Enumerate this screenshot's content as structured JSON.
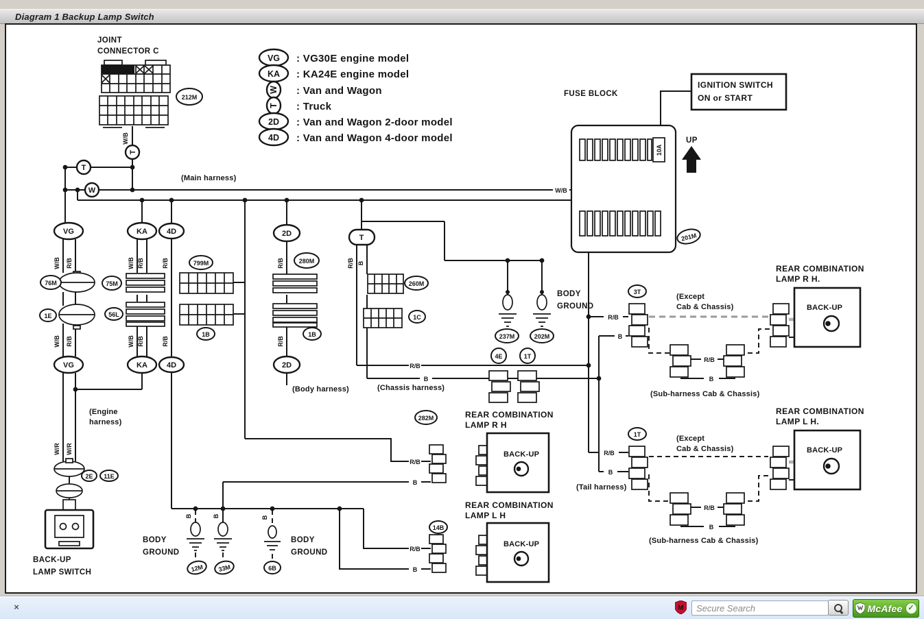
{
  "window": {
    "title": "Diagram 1 Backup Lamp Switch"
  },
  "statusbar": {
    "close_label": "×",
    "search_placeholder": "Secure Search",
    "brand_name": "McAfee",
    "check_label": "✓"
  },
  "legend": [
    {
      "symbol": "VG",
      "desc": ": VG30E engine model"
    },
    {
      "symbol": "KA",
      "desc": ": KA24E engine model"
    },
    {
      "symbol": "W",
      "desc": ": Van and Wagon"
    },
    {
      "symbol": "T",
      "desc": ": Truck"
    },
    {
      "symbol": "2D",
      "desc": ": Van and Wagon 2-door model"
    },
    {
      "symbol": "4D",
      "desc": ": Van and Wagon 4-door model"
    }
  ],
  "labels": {
    "joint1": "JOINT",
    "joint2": "CONNECTOR C",
    "fuse_block": "FUSE BLOCK",
    "ign1": "IGNITION SWITCH",
    "ign2": "ON or START",
    "up": "UP",
    "fuse_rating": "10A",
    "main_harness": "(Main harness)",
    "engine1": "(Engine",
    "engine2": "harness)",
    "body_harness": "(Body harness)",
    "chassis_harness": "(Chassis harness)",
    "tail_harness": "(Tail harness)",
    "except1": "(Except",
    "except2": "Cab & Chassis)",
    "sub_harness": "(Sub-harness  Cab & Chassis)",
    "body1": "BODY",
    "body2": "GROUND",
    "rc1": "REAR COMBINATION",
    "rc_rh_dot": "LAMP R H.",
    "rc_lh_dot": "LAMP L H.",
    "rc_rh": "LAMP R H",
    "rc_lh": "LAMP L H",
    "backup": "BACK-UP",
    "bls1": "BACK-UP",
    "bls2": "LAMP SWITCH"
  },
  "wires": {
    "wb": "W/B",
    "rb": "R/B",
    "b": "B",
    "wr": "W/R"
  },
  "symbols": {
    "vg": "VG",
    "ka": "KA",
    "w": "W",
    "t": "T",
    "d2": "2D",
    "d4": "4D"
  },
  "connectors": {
    "jc": "212M",
    "fb": "201M",
    "m76": "76M",
    "e1": "1E",
    "m75": "75M",
    "l56": "56L",
    "m799": "799M",
    "b1l": "1B",
    "m280": "280M",
    "b1m": "1B",
    "m260": "260M",
    "c1": "1C",
    "m237": "237M",
    "m202": "202M",
    "e4": "4E",
    "t1m": "1T",
    "t3": "3T",
    "t1r": "1T",
    "m282": "282M",
    "b14": "14B",
    "m12": "12M",
    "m33": "33M",
    "b6": "6B",
    "e2": "2E",
    "e11": "11E"
  }
}
